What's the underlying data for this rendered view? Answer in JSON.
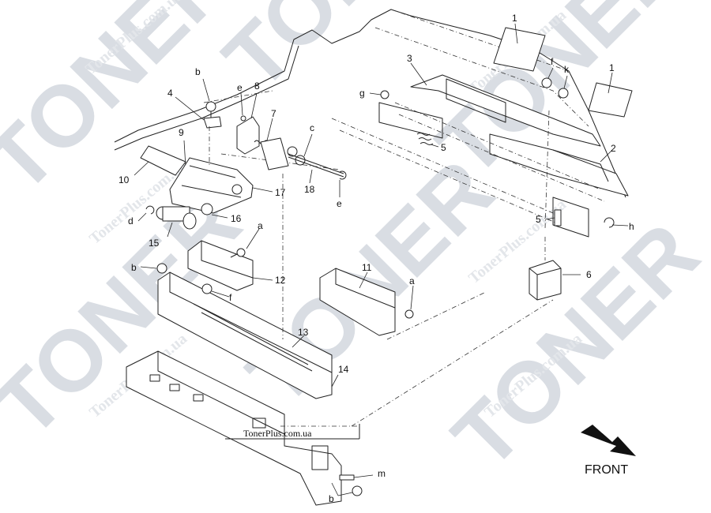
{
  "watermark": {
    "big_text": "TONER",
    "site_text": "TonerPlus.com.ua"
  },
  "footer": {
    "source_text": "TonerPlus.com.ua"
  },
  "direction": {
    "label": "FRONT"
  },
  "callouts": [
    {
      "id": "c1a",
      "text": "1"
    },
    {
      "id": "c1b",
      "text": "1"
    },
    {
      "id": "c2",
      "text": "2"
    },
    {
      "id": "c3",
      "text": "3"
    },
    {
      "id": "c4",
      "text": "4"
    },
    {
      "id": "c5a",
      "text": "5"
    },
    {
      "id": "c5b",
      "text": "5"
    },
    {
      "id": "c6",
      "text": "6"
    },
    {
      "id": "c7",
      "text": "7"
    },
    {
      "id": "c8",
      "text": "8"
    },
    {
      "id": "c9",
      "text": "9"
    },
    {
      "id": "c10",
      "text": "10"
    },
    {
      "id": "c11",
      "text": "11"
    },
    {
      "id": "c12",
      "text": "12"
    },
    {
      "id": "c13",
      "text": "13"
    },
    {
      "id": "c14",
      "text": "14"
    },
    {
      "id": "c15",
      "text": "15"
    },
    {
      "id": "c16",
      "text": "16"
    },
    {
      "id": "c17",
      "text": "17"
    },
    {
      "id": "c18",
      "text": "18"
    },
    {
      "id": "ca1",
      "text": "a"
    },
    {
      "id": "ca2",
      "text": "a"
    },
    {
      "id": "cb1",
      "text": "b"
    },
    {
      "id": "cb2",
      "text": "b"
    },
    {
      "id": "cb3",
      "text": "b"
    },
    {
      "id": "cc",
      "text": "c"
    },
    {
      "id": "cd",
      "text": "d"
    },
    {
      "id": "ce1",
      "text": "e"
    },
    {
      "id": "ce2",
      "text": "e"
    },
    {
      "id": "cf1",
      "text": "f"
    },
    {
      "id": "cf2",
      "text": "f"
    },
    {
      "id": "cg",
      "text": "g"
    },
    {
      "id": "ch",
      "text": "h"
    },
    {
      "id": "ck",
      "text": "k"
    },
    {
      "id": "cm",
      "text": "m"
    }
  ]
}
